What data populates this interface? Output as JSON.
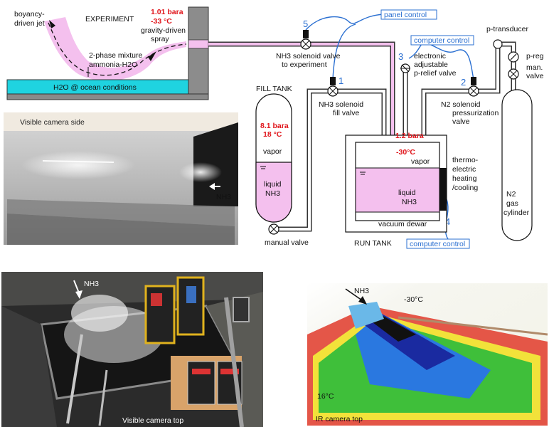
{
  "experiment": {
    "title": "EXPERIMENT",
    "jet_label_1": "boyancy-",
    "jet_label_2": "driven jet",
    "mix_label_1": "2-phase mixture",
    "mix_label_2": "ammonia-H2O",
    "pool_label": "H2O @ ocean conditions",
    "spray_pressure": "1.01 bara",
    "spray_temp": "-33 °C",
    "spray_label_1": "gravity-driven",
    "spray_label_2": "spray"
  },
  "valves": {
    "v5_number": "5",
    "v5_label_1": "NH3 solenoid valve",
    "v5_label_2": "to experiment",
    "v1_number": "1",
    "v1_label_1": "NH3 solenoid",
    "v1_label_2": "fill valve",
    "v3_number": "3",
    "v3_label_1": "electronic",
    "v3_label_2": "adjustable",
    "v3_label_3": "p-relief valve",
    "v2_number": "2",
    "v2_label_1": "N2 solenoid",
    "v2_label_2": "pressurization",
    "v2_label_3": "valve",
    "manual_valve": "manual valve",
    "man_valve_1": "man.",
    "man_valve_2": "valve",
    "p_transducer": "p-transducer",
    "p_reg": "p-reg"
  },
  "controls": {
    "panel_control": "panel control",
    "computer_control_top": "computer control",
    "computer_control_bottom": "computer control",
    "heater_number": "4"
  },
  "fill_tank": {
    "title": "FILL TANK",
    "pressure": "8.1 bara",
    "temp": "18  °C",
    "vapor": "vapor",
    "liquid_1": "liquid",
    "liquid_2": "NH3"
  },
  "run_tank": {
    "title": "RUN TANK",
    "pressure": "1.2 bara",
    "temp": "-30°C",
    "vapor": "vapor",
    "liquid_1": "liquid",
    "liquid_2": "NH3",
    "dewar": "vacuum dewar",
    "heating_1": "thermo-",
    "heating_2": "electric",
    "heating_3": "heating",
    "heating_4": "/cooling"
  },
  "cylinder": {
    "label_1": "N2",
    "label_2": "gas",
    "label_3": "cylinder"
  },
  "photos": {
    "side_caption": "Visible camera side",
    "side_nh3": "NH3",
    "top_caption": "Visible camera top",
    "top_nh3": "NH3",
    "ir_caption": "IR camera top",
    "ir_nh3": "NH3",
    "ir_cold": "-30°C",
    "ir_warm": "16°C"
  },
  "colors": {
    "ammonia_pink": "#f4c0ee",
    "pool_cyan": "#1fd3e0",
    "control_blue": "#2a6fd1",
    "highlight_red": "#e0151b"
  }
}
